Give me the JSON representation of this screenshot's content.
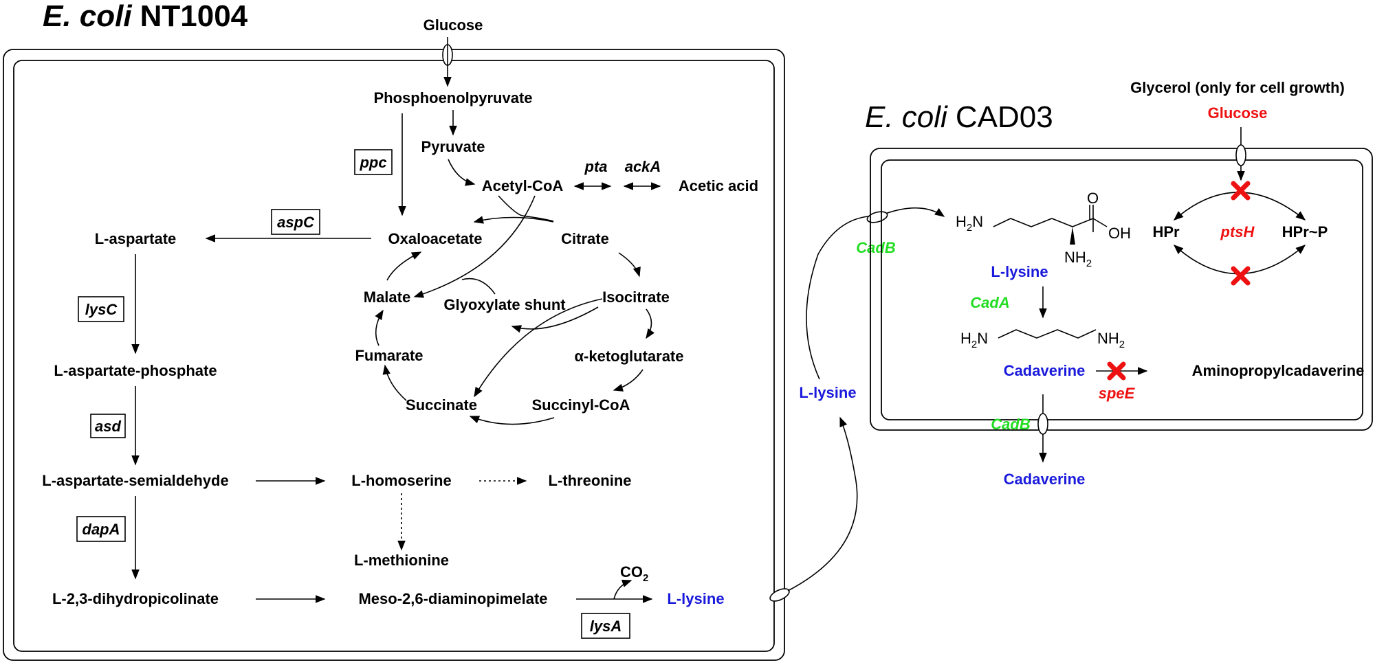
{
  "titles": {
    "left_italic": "E. coli",
    "left_strain": "NT1004",
    "right_italic": "E. coli",
    "right_strain": "CAD03"
  },
  "left_cell": {
    "glucose": "Glucose",
    "pep": "Phosphoenolpyruvate",
    "pyruvate": "Pyruvate",
    "acetyl_coa": "Acetyl-CoA",
    "acetic_acid": "Acetic acid",
    "oxaloacetate": "Oxaloacetate",
    "citrate": "Citrate",
    "isocitrate": "Isocitrate",
    "malate": "Malate",
    "glyoxylate_shunt": "Glyoxylate shunt",
    "fumarate": "Fumarate",
    "alpha_kg": "α-ketoglutarate",
    "succinate": "Succinate",
    "succinyl_coa": "Succinyl-CoA",
    "l_aspartate": "L-aspartate",
    "l_aspartate_phosphate": "L-aspartate-phosphate",
    "l_aspartate_semialdehyde": "L-aspartate-semialdehyde",
    "l_homoserine": "L-homoserine",
    "l_threonine": "L-threonine",
    "l_methionine": "L-methionine",
    "l_23_dhp": "L-2,3-dihydropicolinate",
    "meso_dap": "Meso-2,6-diaminopimelate",
    "co2": "CO",
    "co2_sub": "2",
    "l_lysine": "L-lysine"
  },
  "genes": {
    "ppc": "ppc",
    "aspC": "aspC",
    "lysC": "lysC",
    "asd": "asd",
    "dapA": "dapA",
    "lysA": "lysA",
    "pta": "pta",
    "ackA": "ackA"
  },
  "transport": {
    "l_lysine": "L-lysine",
    "cadB_in": "CadB",
    "cadB_out": "CadB"
  },
  "right_cell": {
    "glycerol": "Glycerol (only for cell growth)",
    "glucose": "Glucose",
    "hpr": "HPr",
    "ptsH": "ptsH",
    "hpr_p": "HPr~P",
    "lysine_h2n": "H",
    "lysine_h2n_sub": "2",
    "lysine_h2n_n": "N",
    "lysine_o": "O",
    "lysine_oh": "OH",
    "lysine_nh2": "NH",
    "lysine_nh2_sub": "2",
    "l_lysine": "L-lysine",
    "cadA": "CadA",
    "cad_h2n": "H",
    "cad_h2n_sub": "2",
    "cad_h2n_n": "N",
    "cad_nh2": "NH",
    "cad_nh2_sub": "2",
    "cadaverine": "Cadaverine",
    "speE": "speE",
    "aminopropylcadaverine": "Aminopropylcadaverine",
    "cadaverine_out": "Cadaverine"
  },
  "colors": {
    "blue": "#1a1adc",
    "red": "#ee1111",
    "green": "#22dd22",
    "black": "#000000"
  }
}
